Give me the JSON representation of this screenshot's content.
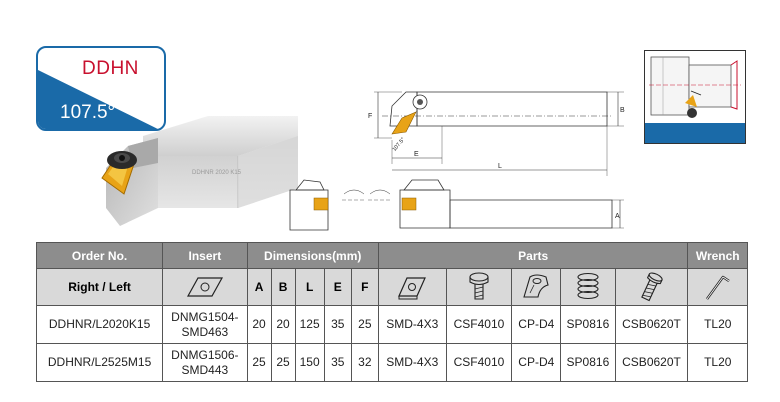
{
  "badge": {
    "code": "DDHN",
    "angle": "107.5°"
  },
  "tool_engraving": "DDHNR 2020 K15",
  "drawing_labels": {
    "f": "F",
    "b": "B",
    "e": "E",
    "l": "L",
    "a": "A",
    "angle_mark": "107.5°"
  },
  "table": {
    "header": {
      "order_no": "Order No.",
      "insert": "Insert",
      "dimensions": "Dimensions(mm)",
      "parts": "Parts",
      "wrench": "Wrench"
    },
    "subheader": {
      "right_left": "Right / Left",
      "dims": [
        "A",
        "B",
        "L",
        "E",
        "F"
      ]
    },
    "rows": [
      {
        "order": "DDHNR/L2020K15",
        "insert_line1": "DNMG1504-",
        "insert_line2": "SMD463",
        "a": "20",
        "b": "20",
        "l": "125",
        "e": "35",
        "f": "25",
        "part1": "SMD-4X3",
        "part2": "CSF4010",
        "part3": "CP-D4",
        "part4": "SP0816",
        "part5": "CSB0620T",
        "wrench": "TL20"
      },
      {
        "order": "DDHNR/L2525M15",
        "insert_line1": "DNMG1506-",
        "insert_line2": "SMD443",
        "a": "25",
        "b": "25",
        "l": "150",
        "e": "35",
        "f": "32",
        "part1": "SMD-4X3",
        "part2": "CSF4010",
        "part3": "CP-D4",
        "part4": "SP0816",
        "part5": "CSB0620T",
        "wrench": "TL20"
      }
    ]
  },
  "icons": [
    "diamond-insert-icon",
    "shim-icon",
    "screw-icon",
    "clamp-icon",
    "spring-icon",
    "clamp-screw-icon",
    "hex-wrench-icon"
  ],
  "colors": {
    "badge_blue": "#1a6aa8",
    "badge_red": "#c8102e",
    "insert_gold": "#e8a317",
    "header_gray": "#8d8d8d",
    "subheader_gray": "#d9d9d9"
  }
}
